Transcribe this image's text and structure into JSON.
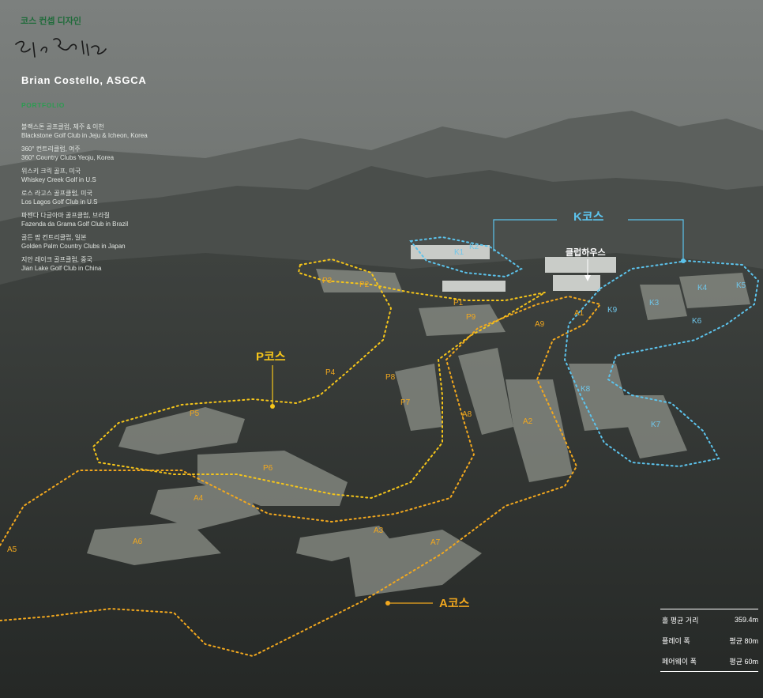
{
  "header": {
    "title": "코스 컨셉 디자인",
    "signature": "Bri Costello",
    "designer": "Brian Costello, ASGCA",
    "portfolio_label": "PORTFOLIO"
  },
  "portfolio": [
    {
      "ko": "블랙스톤 골프클럽, 제주 & 이천",
      "en": "Blackstone Golf Club in Jeju & Icheon, Korea"
    },
    {
      "ko": "360° 컨트리클럽, 여주",
      "en": "360° Country Clubs Yeoju, Korea"
    },
    {
      "ko": "위스키 크릭 골프, 미국",
      "en": "Whiskey Creek Golf in U.S"
    },
    {
      "ko": "로스 라고스 골프클럽, 미국",
      "en": "Los Lagos Golf Club in U.S"
    },
    {
      "ko": "파젠다 다글아마 골프클럽, 브라질",
      "en": "Fazenda da Grama Golf Club in Brazil"
    },
    {
      "ko": "골든 팜 컨트리클럽, 일본",
      "en": "Golden Palm Country Clubs in Japan"
    },
    {
      "ko": "지안 레이크 골프클럽, 중국",
      "en": "Jian Lake Golf Club in China"
    }
  ],
  "courses": {
    "p": "P코스",
    "a": "A코스",
    "k": "K코스",
    "clubhouse": "클럽하우스"
  },
  "holes": {
    "p1": "P1",
    "p2": "P2",
    "p3": "P3",
    "p4": "P4",
    "p5": "P5",
    "p6": "P6",
    "p7": "P7",
    "p8": "P8",
    "p9": "P9",
    "a1": "A1",
    "a2": "A2",
    "a3": "A3",
    "a4": "A4",
    "a5": "A5",
    "a6": "A6",
    "a7": "A7",
    "a8": "A8",
    "a9": "A9",
    "k1": "K1",
    "k2": "K2",
    "k3": "K3",
    "k4": "K4",
    "k5": "K5",
    "k6": "K6",
    "k7": "K7",
    "k8": "K8",
    "k9": "K9"
  },
  "stats": [
    {
      "label": "홀 평균 거리",
      "value": "359.4m"
    },
    {
      "label": "플레이 폭",
      "value": "평균 80m"
    },
    {
      "label": "페어웨이 폭",
      "value": "평균 60m"
    }
  ],
  "colors": {
    "p_course": "#f5c51a",
    "a_course": "#f2a81e",
    "k_course": "#5cc3ec",
    "title_green": "#1f6b3a"
  }
}
